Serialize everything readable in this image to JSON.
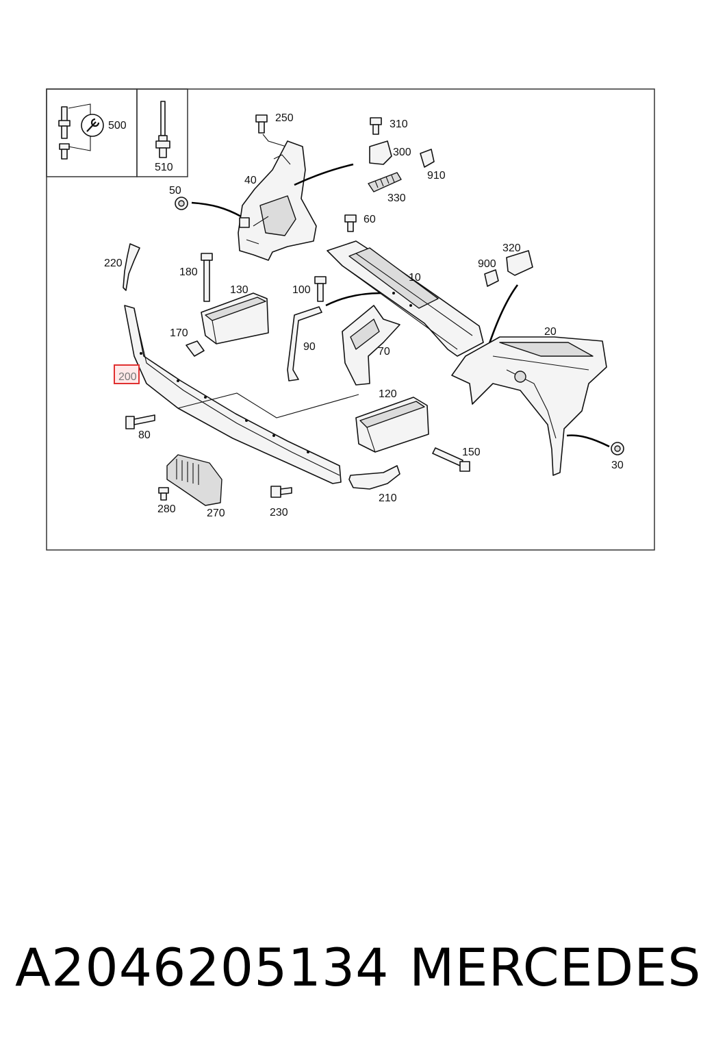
{
  "diagram": {
    "callouts": {
      "c500": "500",
      "c510": "510",
      "c250": "250",
      "c310": "310",
      "c300": "300",
      "c910": "910",
      "c330": "330",
      "c40": "40",
      "c50": "50",
      "c60": "60",
      "c220": "220",
      "c180": "180",
      "c130": "130",
      "c100": "100",
      "c10": "10",
      "c320": "320",
      "c900": "900",
      "c170": "170",
      "c90": "90",
      "c70": "70",
      "c20": "20",
      "c200": "200",
      "c120": "120",
      "c80": "80",
      "c150": "150",
      "c30": "30",
      "c280": "280",
      "c270": "270",
      "c230": "230",
      "c210": "210"
    },
    "highlighted_callout": "200",
    "highlight_color": "#e03030"
  },
  "footer": {
    "part_number": "A2046205134",
    "brand": "MERCEDES"
  }
}
